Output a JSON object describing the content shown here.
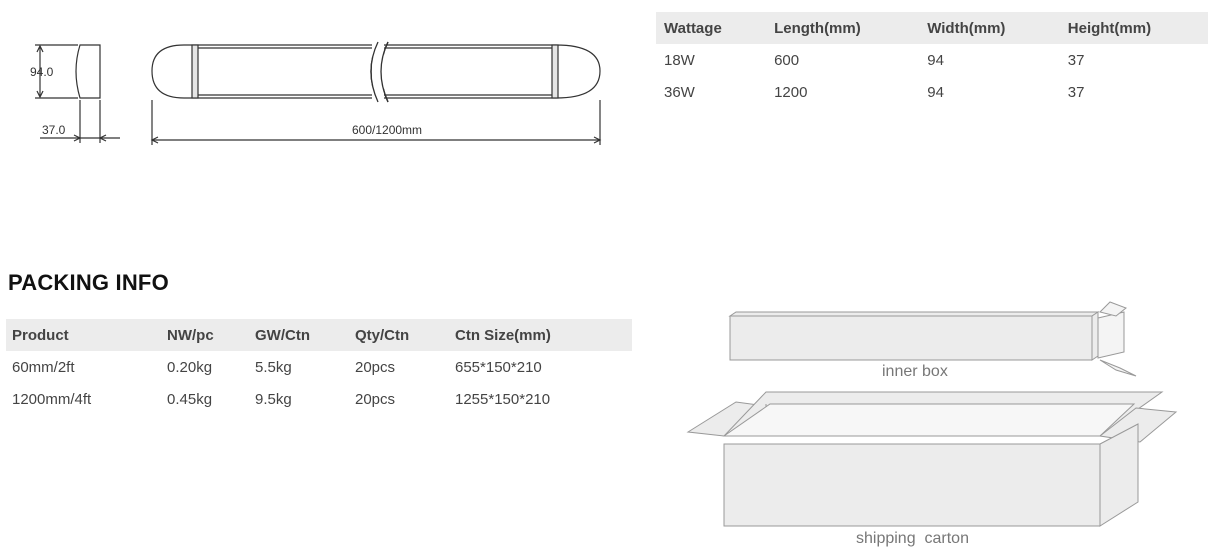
{
  "drawing": {
    "height_label": "94.0",
    "depth_label": "37.0",
    "length_label": "600/1200mm"
  },
  "spec_table": {
    "headers": [
      "Wattage",
      "Length(mm)",
      "Width(mm)",
      "Height(mm)"
    ],
    "rows": [
      [
        "18W",
        "600",
        "94",
        "37"
      ],
      [
        "36W",
        "1200",
        "94",
        "37"
      ]
    ]
  },
  "packing": {
    "title": "PACKING INFO",
    "headers": [
      "Product",
      "NW/pc",
      "GW/Ctn",
      "Qty/Ctn",
      "Ctn Size(mm)"
    ],
    "rows": [
      [
        "60mm/2ft",
        "0.20kg",
        "5.5kg",
        "20pcs",
        "655*150*210"
      ],
      [
        "1200mm/4ft",
        "0.45kg",
        "9.5kg",
        "20pcs",
        "1255*150*210"
      ]
    ]
  },
  "boxes": {
    "inner_label": "inner box",
    "carton_label": "shipping  carton"
  }
}
